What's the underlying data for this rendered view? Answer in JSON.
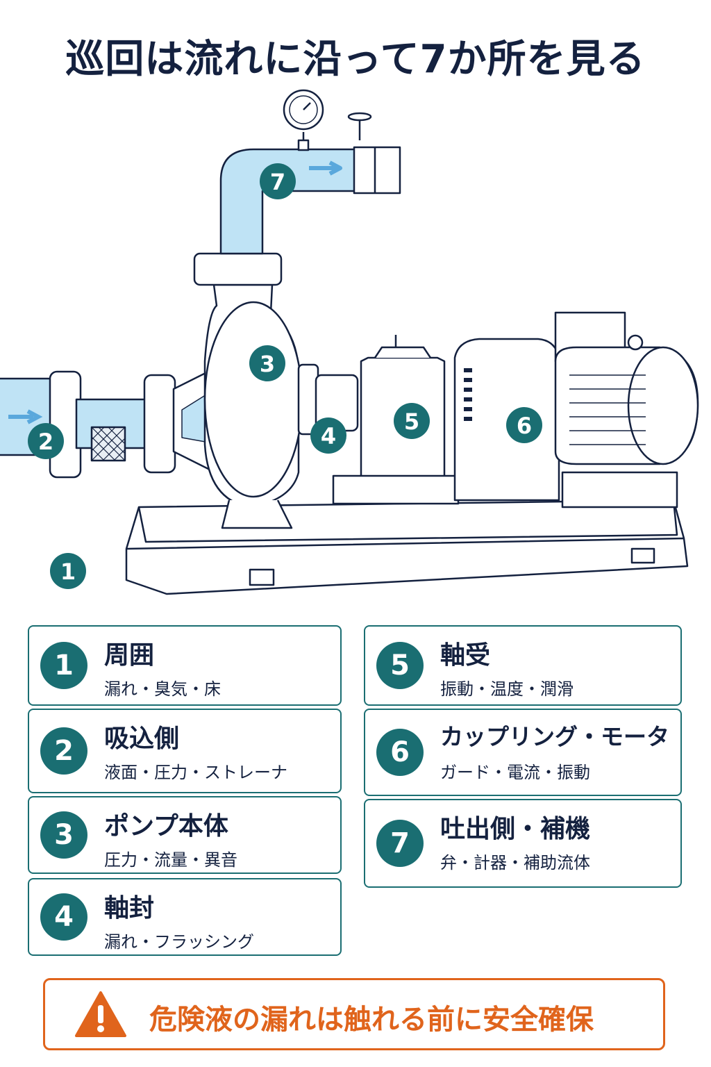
{
  "title": "巡回は流れに沿って7か所を見る",
  "diagram_badges": [
    "1",
    "2",
    "3",
    "4",
    "5",
    "6",
    "7"
  ],
  "checkpoints": [
    {
      "num": "1",
      "name": "周囲",
      "detail": "漏れ・臭気・床"
    },
    {
      "num": "2",
      "name": "吸込側",
      "detail": "液面・圧力・ストレーナ"
    },
    {
      "num": "3",
      "name": "ポンプ本体",
      "detail": "圧力・流量・異音"
    },
    {
      "num": "4",
      "name": "軸封",
      "detail": "漏れ・フラッシング"
    },
    {
      "num": "5",
      "name": "軸受",
      "detail": "振動・温度・潤滑"
    },
    {
      "num": "6",
      "name": "カップリング・モータ",
      "detail": "ガード・電流・振動"
    },
    {
      "num": "7",
      "name": "吐出側・補機",
      "detail": "弁・計器・補助流体"
    }
  ],
  "warning": {
    "text": "危険液の漏れは触れる前に安全確保",
    "icon": "warning-triangle-icon"
  },
  "colors": {
    "teal": "#1a6e72",
    "navy": "#14213f",
    "orange": "#e0641c",
    "water": "#bfe3f5"
  }
}
